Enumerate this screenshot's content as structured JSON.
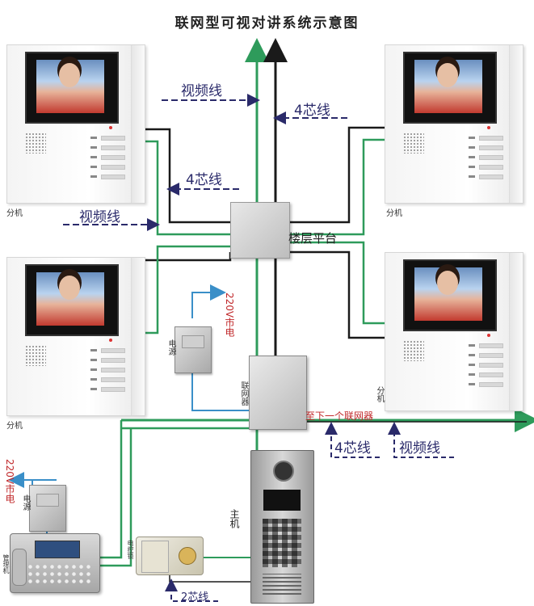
{
  "title": "联网型可视对讲系统示意图",
  "labels": {
    "video_line": "视频线",
    "four_core": "4芯线",
    "two_core": "2芯线",
    "floor_platform": "楼层平台",
    "extension": "分机",
    "power_220v": "220V市电",
    "power_supply": "电源",
    "networker": "联网器",
    "to_next": "至下一个联网器",
    "host": "主机",
    "management": "管理机",
    "lock": "电控锁"
  },
  "colors": {
    "green_line": "#2e9b5b",
    "black_line": "#1a1a1a",
    "blue_line": "#3a8fc8",
    "label_navy": "#2a2a6a",
    "accent_red": "#c0282a"
  },
  "icons": [
    "indoor-monitor-icon",
    "power-supply-icon",
    "network-box-icon",
    "door-station-icon",
    "management-console-icon",
    "electric-lock-icon"
  ]
}
